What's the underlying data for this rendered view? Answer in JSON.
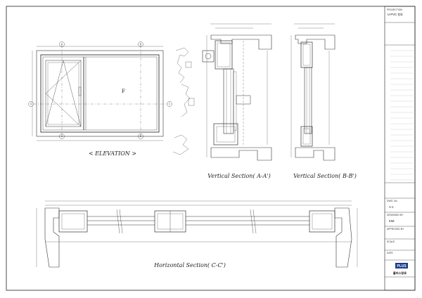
{
  "drawing": {
    "elevation_label": "< ELEVATION >",
    "section_aa_label": "Vertical Section( A-A')",
    "section_bb_label": "Vertical Section( B-B')",
    "section_cc_label": "Horizontal Section( C-C')",
    "fixed_pane_mark": "F",
    "section_markers": [
      "A",
      "A",
      "B",
      "B",
      "C",
      "C"
    ]
  },
  "title_block": {
    "project_label": "PROJECTION",
    "project_value": "U-PVC 창호",
    "drawing_no_label": "DWG. No.",
    "drawing_no_value": "A-1",
    "designed_by_label": "DESIGNED BY",
    "designed_by_value": "KIM",
    "approved_by_label": "APPROVED BY",
    "scale_label": "SCALE",
    "date_label": "DATE",
    "company_logo": "PLUS",
    "company_name": "플러스창호"
  }
}
